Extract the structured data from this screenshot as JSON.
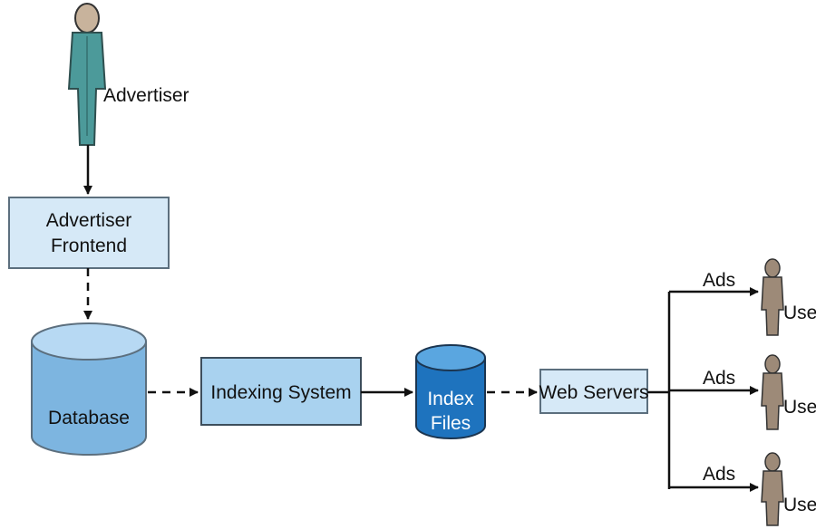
{
  "advertiser": {
    "label": "Advertiser"
  },
  "advertiser_frontend": {
    "line1": "Advertiser",
    "line2": "Frontend"
  },
  "database": {
    "label": "Database"
  },
  "indexing_system": {
    "label": "Indexing System"
  },
  "index_files": {
    "line1": "Index",
    "line2": "Files"
  },
  "web_servers": {
    "label": "Web Servers"
  },
  "outputs": [
    {
      "edge_label": "Ads",
      "user_label": "User"
    },
    {
      "edge_label": "Ads",
      "user_label": "User"
    },
    {
      "edge_label": "Ads",
      "user_label": "User"
    }
  ],
  "colors": {
    "box_fill": "#d6e9f7",
    "box_stroke": "#5c6f7e",
    "indexing_fill": "#a9d2ef",
    "database_fill": "#7db5e0",
    "database_top": "#b7d9f3",
    "index_files_fill": "#1e73be",
    "index_files_top": "#5aa6e0",
    "advertiser_figure": "#4c9a9a",
    "user_figure": "#9d8a78",
    "arrow": "#111111"
  }
}
